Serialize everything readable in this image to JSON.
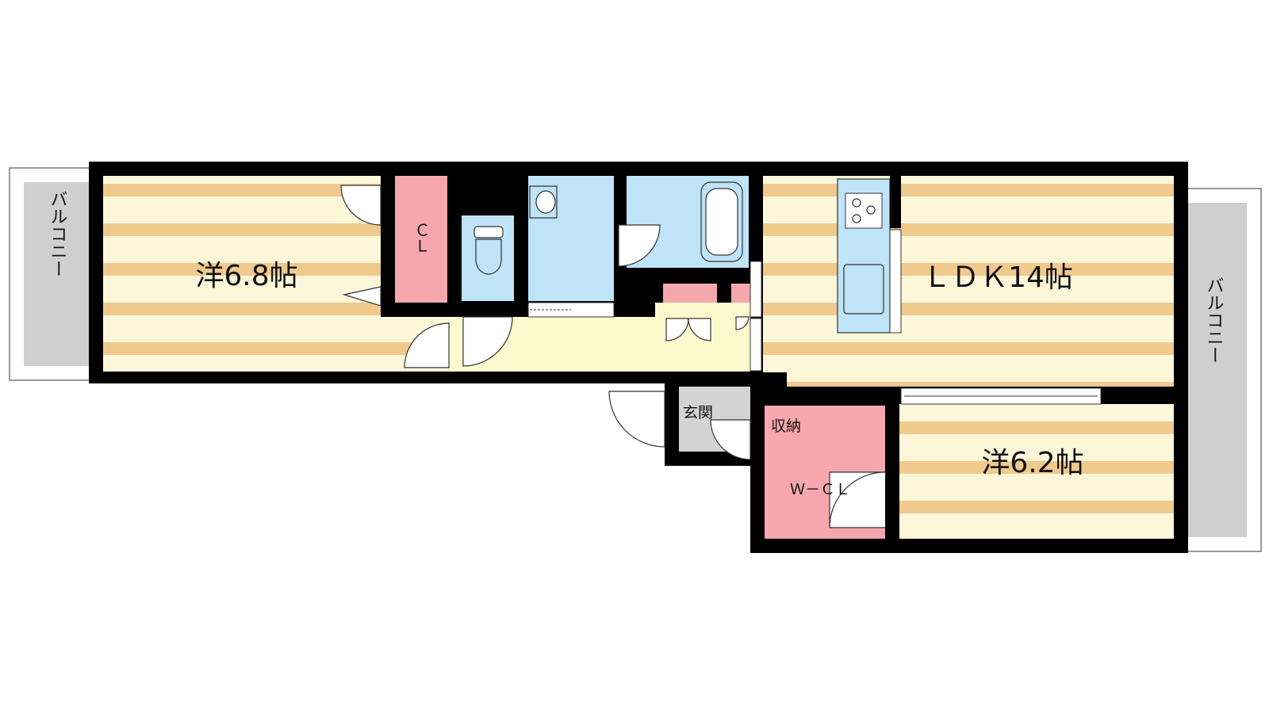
{
  "floorplan": {
    "rooms": {
      "western_room_1": "洋6.8帖",
      "ldk": "ＬＤＫ14帖",
      "western_room_2": "洋6.2帖",
      "closet": "ＣＬ",
      "walk_in_closet": "Ｗ－ＣＬ",
      "storage": "収納",
      "entrance": "玄関"
    },
    "balcony_left": "バルコニー",
    "balcony_right": "バルコニー"
  },
  "colors": {
    "wall": "#000000",
    "floor_stripe": "#f0c98d",
    "floor_base": "#fdf6d9",
    "wet_area": "#bfe3f7",
    "storage": "#f6a7ae",
    "entrance": "#d3d3d3",
    "corridor": "#fcf9cf",
    "balcony": "#cfcfcf"
  }
}
